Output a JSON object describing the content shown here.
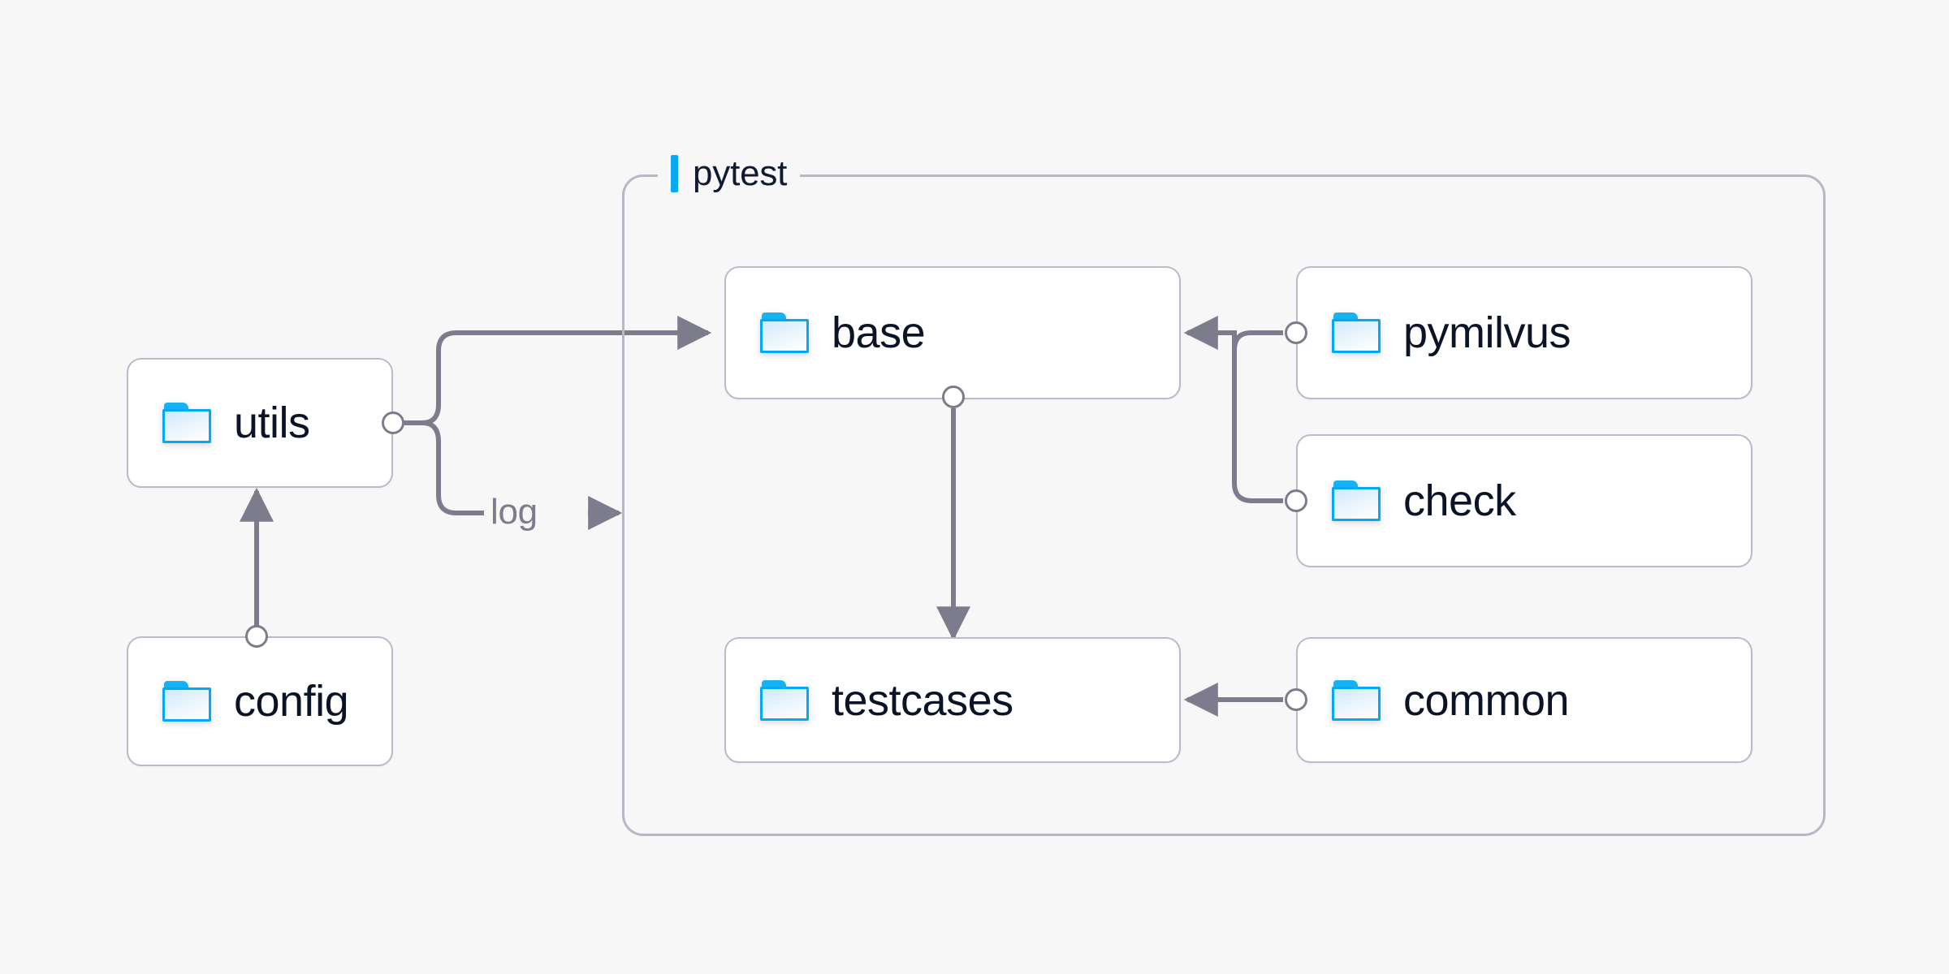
{
  "diagram": {
    "title_visible": false,
    "background_color": "#f7f7f8",
    "accent_color": "#07a9f0",
    "edge_color": "#7d7c8c",
    "node_border_color": "#bcbac8",
    "node_text_color": "#0b1426",
    "group_border_color": "#b9b7c6"
  },
  "group": {
    "label": "pytest",
    "accent_color": "#07a9f0"
  },
  "nodes": [
    {
      "id": "utils",
      "label": "utils",
      "icon": "folder-icon"
    },
    {
      "id": "config",
      "label": "config",
      "icon": "folder-icon"
    },
    {
      "id": "base",
      "label": "base",
      "icon": "folder-icon"
    },
    {
      "id": "testcases",
      "label": "testcases",
      "icon": "folder-icon"
    },
    {
      "id": "pymilvus",
      "label": "pymilvus",
      "icon": "folder-icon"
    },
    {
      "id": "check",
      "label": "check",
      "icon": "folder-icon"
    },
    {
      "id": "common",
      "label": "common",
      "icon": "folder-icon"
    }
  ],
  "edges": [
    {
      "id": "config-utils",
      "from": "config",
      "to": "utils",
      "label": ""
    },
    {
      "id": "utils-base",
      "from": "utils",
      "to": "base",
      "label": ""
    },
    {
      "id": "utils-log",
      "from": "utils",
      "to": "pytest",
      "label": "log"
    },
    {
      "id": "base-testcases",
      "from": "base",
      "to": "testcases",
      "label": ""
    },
    {
      "id": "pymilvus-base",
      "from": "pymilvus",
      "to": "base",
      "label": ""
    },
    {
      "id": "check-base",
      "from": "check",
      "to": "base",
      "label": ""
    },
    {
      "id": "common-testcases",
      "from": "common",
      "to": "testcases",
      "label": ""
    }
  ],
  "edge_labels": {
    "log": "log"
  }
}
